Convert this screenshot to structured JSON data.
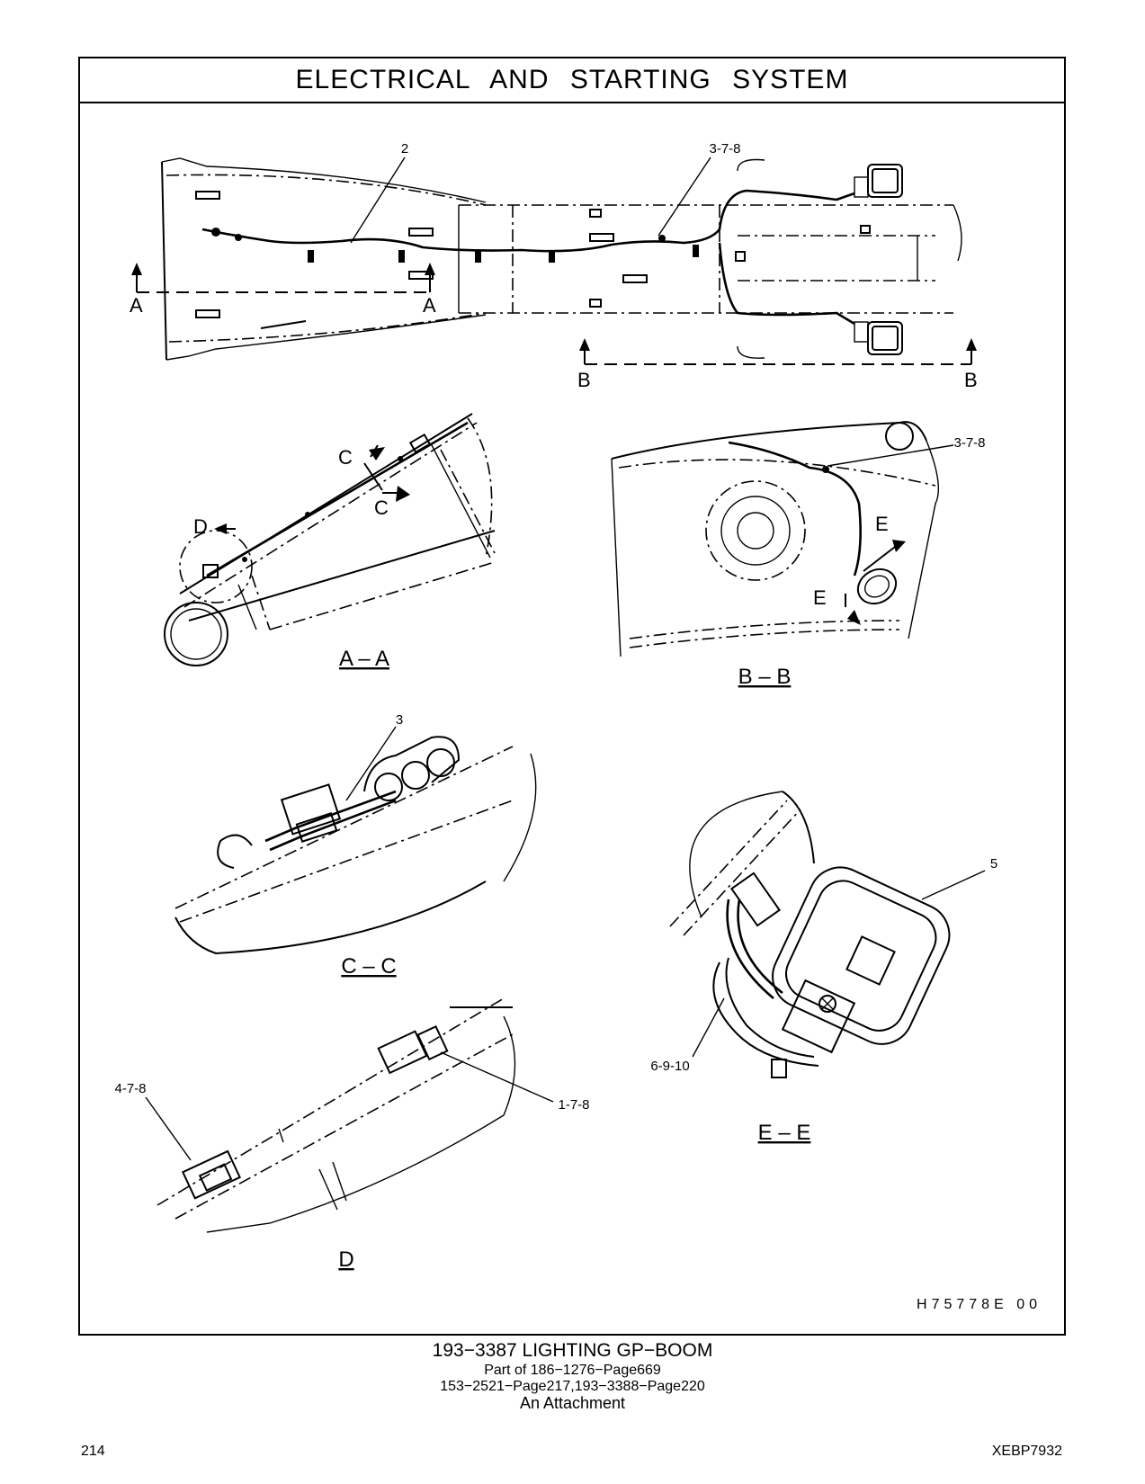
{
  "title": "ELECTRICAL AND STARTING SYSTEM",
  "views": {
    "top": {
      "callouts": [
        "2",
        "3-7-8"
      ],
      "section_a": "A",
      "section_b": "B"
    },
    "aa": {
      "label": "A – A",
      "mark_c": "C",
      "mark_d": "D"
    },
    "bb": {
      "label": "B – B",
      "callout": "3-7-8",
      "mark_e": "E"
    },
    "cc": {
      "label": "C – C",
      "callout": "3"
    },
    "dd": {
      "label": "D",
      "callouts": [
        "4-7-8",
        "1-7-8"
      ]
    },
    "ee": {
      "label": "E – E",
      "callouts": [
        "5",
        "6-9-10"
      ]
    }
  },
  "illustration_id": "H75778E 00",
  "caption": {
    "part": "193−3387 LIGHTING GP−BOOM",
    "part_of": "Part of 186−1276−Page669",
    "refs": "153−2521−Page217,193−3388−Page220",
    "note": "An Attachment"
  },
  "page_number": "214",
  "doc_number": "XEBP7932"
}
